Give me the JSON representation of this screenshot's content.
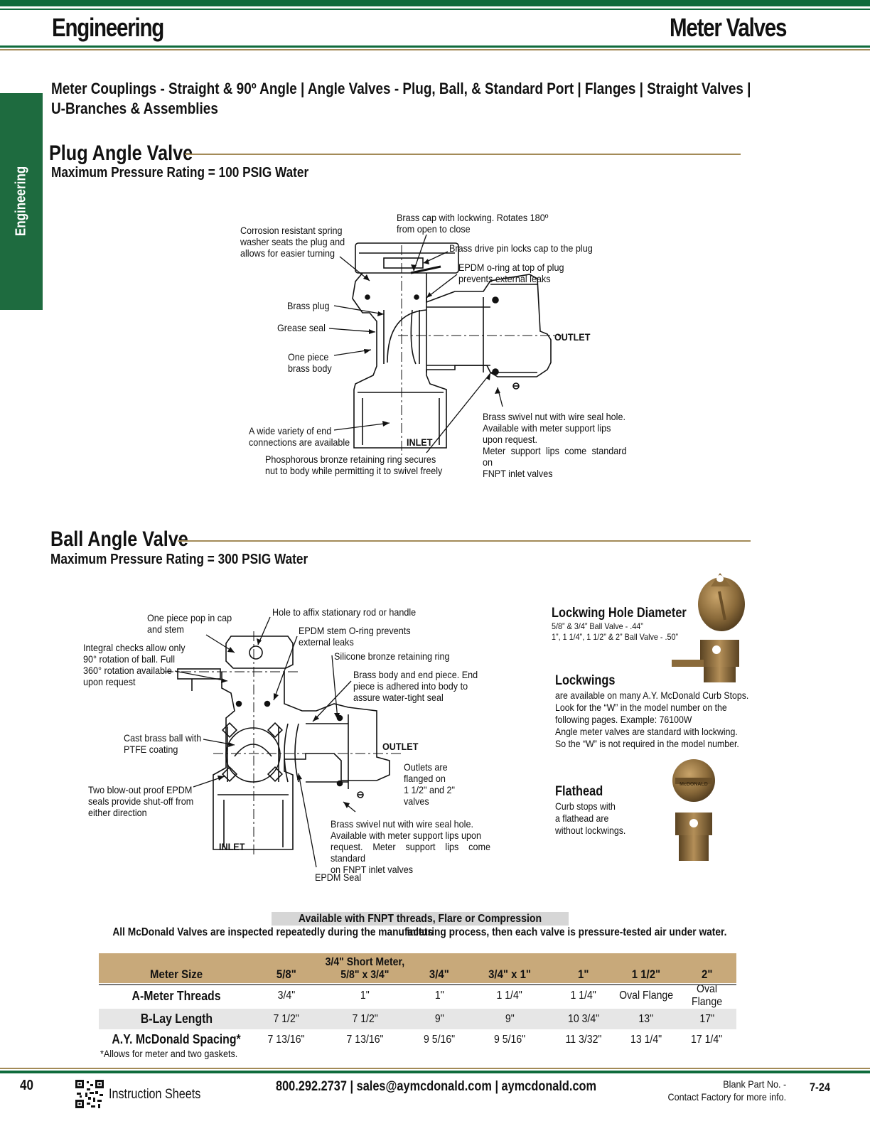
{
  "header": {
    "left_title": "Engineering",
    "right_title": "Meter Valves"
  },
  "side_tab": {
    "label": "Engineering"
  },
  "nav": {
    "line1": "Meter Couplings - Straight & 90º Angle  |  Angle Valves - Plug, Ball, & Standard Port  |  Flanges  |  Straight Valves  |",
    "line2": "U-Branches & Assemblies"
  },
  "plug_valve": {
    "title": "Plug Angle Valve",
    "pressure": "Maximum Pressure Rating = 100 PSIG Water",
    "labels": {
      "spring_washer": "Corrosion resistant spring\nwasher seats the plug and\nallows for easier turning",
      "brass_cap": "Brass cap with lockwing. Rotates 180º\nfrom open to close",
      "drive_pin": "Brass drive pin locks cap to the plug",
      "epdm_oring": "EPDM o-ring at top of plug\nprevents external leaks",
      "brass_plug": "Brass plug",
      "grease_seal": "Grease seal",
      "one_piece_body": "One piece\nbrass body",
      "outlet": "OUTLET",
      "inlet": "INLET",
      "end_connections": "A wide variety of end\nconnections are available",
      "retaining_ring": "Phosphorous bronze retaining ring secures\nnut to body while permitting it to swivel freely",
      "swivel_nut": "Brass swivel nut with wire seal hole.\nAvailable with meter support lips\nupon request.\nMeter support lips come standard on\nFNPT inlet valves"
    }
  },
  "ball_valve": {
    "title": "Ball Angle Valve",
    "pressure": "Maximum Pressure Rating = 300 PSIG Water",
    "labels": {
      "pop_in_cap": "One piece pop in cap\nand stem",
      "affix_hole": "Hole to affix stationary rod or handle",
      "epdm_stem": "EPDM stem O-ring prevents\nexternal leaks",
      "integral_checks": "Integral checks allow only\n90° rotation of ball. Full\n360° rotation available\nupon request",
      "silicone_ring": "Silicone bronze retaining ring",
      "brass_body_end": "Brass body and end piece. End\npiece is adhered into body to\nassure water-tight seal",
      "cast_ball": "Cast brass ball with\nPTFE coating",
      "outlet": "OUTLET",
      "outlets_flanged": "Outlets are\nflanged on\n1 1/2\" and 2\"\nvalves",
      "blowout_seals": "Two blow-out proof EPDM\nseals provide shut-off from\neither direction",
      "swivel_nut": "Brass swivel nut with wire seal hole.\nAvailable with meter support lips upon\nrequest. Meter support lips come standard\non FNPT inlet valves",
      "inlet": "INLET",
      "epdm_seal": "EPDM Seal"
    }
  },
  "lockwing_panel": {
    "hole_title": "Lockwing Hole Diameter",
    "hole_line1": "5/8” & 3/4” Ball Valve - .44”",
    "hole_line2": "1”, 1 1/4”, 1 1/2” & 2” Ball Valve - .50”",
    "lockwings_title": "Lockwings",
    "lockwings_text": "are available on many A.Y. McDonald Curb Stops.\nLook for the “W” in the model number on the\nfollowing pages. Example: 76100W\nAngle meter valves are standard with lockwing.\nSo the “W” is not required in the model number.",
    "flathead_title": "Flathead",
    "flathead_text": "Curb stops with\na flathead are\nwithout lockwings.",
    "cap_stamp": "McDONALD"
  },
  "availability": "Available with FNPT threads, Flare or Compression inlets",
  "inspection": "All McDonald Valves are inspected repeatedly during the manufacturing process, then each valve is pressure-tested air under water.",
  "table": {
    "header_label": "Meter Size",
    "columns": [
      "5/8\"",
      "3/4\" Short Meter,",
      "3/4\"",
      "3/4\" x 1\"",
      "1\"",
      "1 1/2\"",
      "2\""
    ],
    "column2_line2": "5/8\" x 3/4\"",
    "rows": [
      {
        "label": "A-Meter Threads",
        "values": [
          "3/4\"",
          "1\"",
          "1\"",
          "1 1/4\"",
          "1 1/4\"",
          "Oval Flange",
          "Oval Flange"
        ]
      },
      {
        "label": "B-Lay Length",
        "values": [
          "7 1/2\"",
          "7 1/2\"",
          "9\"",
          "9\"",
          "10 3/4\"",
          "13\"",
          "17\""
        ]
      },
      {
        "label": "A.Y. McDonald Spacing*",
        "values": [
          "7 13/16\"",
          "7 13/16\"",
          "9 5/16\"",
          "9 5/16\"",
          "11 3/32\"",
          "13 1/4\"",
          "17 1/4\""
        ]
      }
    ],
    "footnote": "*Allows for meter and two gaskets."
  },
  "footer": {
    "page_number": "40",
    "instruction": "Instruction Sheets",
    "contact": "800.292.2737  |  sales@aymcdonald.com  |  aymcdonald.com",
    "blank_part": "Blank Part No. -",
    "contact_factory": "Contact Factory for more info.",
    "date_code": "7-24"
  },
  "colors": {
    "brand_green": "#0f6b3c",
    "accent_tan": "#a38a57",
    "table_header": "#c8a97a",
    "bronze": "#8a6a3a"
  }
}
